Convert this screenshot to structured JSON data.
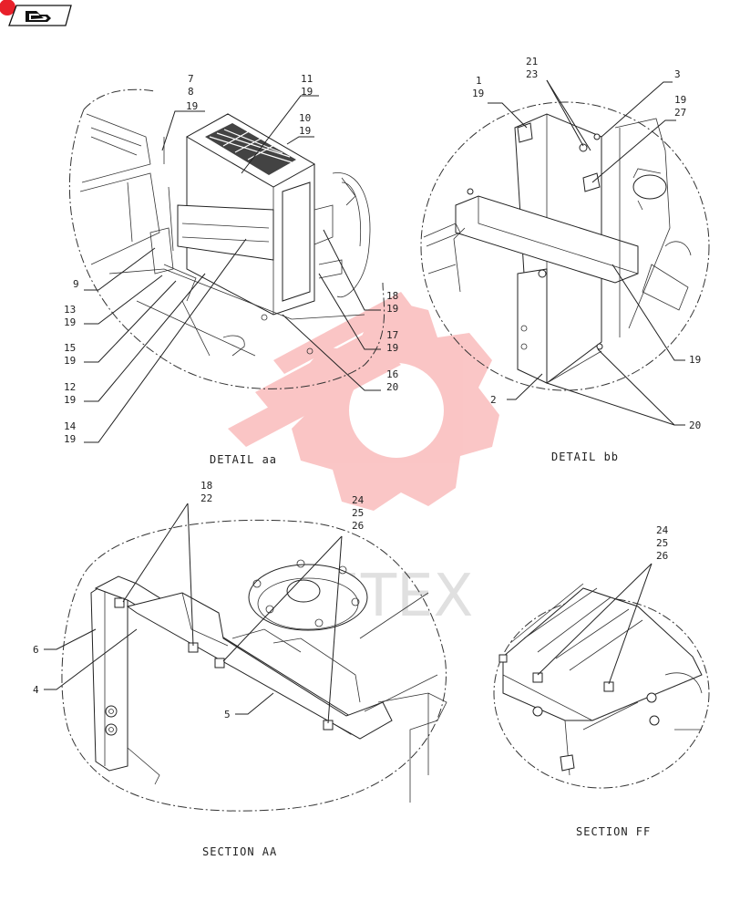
{
  "nav": {
    "icon_name": "next-page-arrow-icon",
    "badge_color": "#e8202a"
  },
  "watermark": {
    "text": "ИНТЕХ",
    "color": "#f2b5b5"
  },
  "captions": {
    "detail_aa": "DETAIL aa",
    "detail_bb": "DETAIL bb",
    "section_aa": "SECTION AA",
    "section_ff": "SECTION FF"
  },
  "callouts": {
    "aa": [
      "7",
      "8",
      "19",
      "11",
      "19",
      "10",
      "19",
      "9",
      "13",
      "19",
      "15",
      "19",
      "12",
      "19",
      "14",
      "19",
      "18",
      "19",
      "17",
      "19",
      "16",
      "20"
    ],
    "bb": [
      "1",
      "19",
      "21",
      "23",
      "3",
      "19",
      "27",
      "19",
      "2",
      "20"
    ],
    "sec_aa": [
      "18",
      "22",
      "24",
      "25",
      "26",
      "6",
      "4",
      "5"
    ],
    "sec_ff": [
      "24",
      "25",
      "26"
    ]
  }
}
